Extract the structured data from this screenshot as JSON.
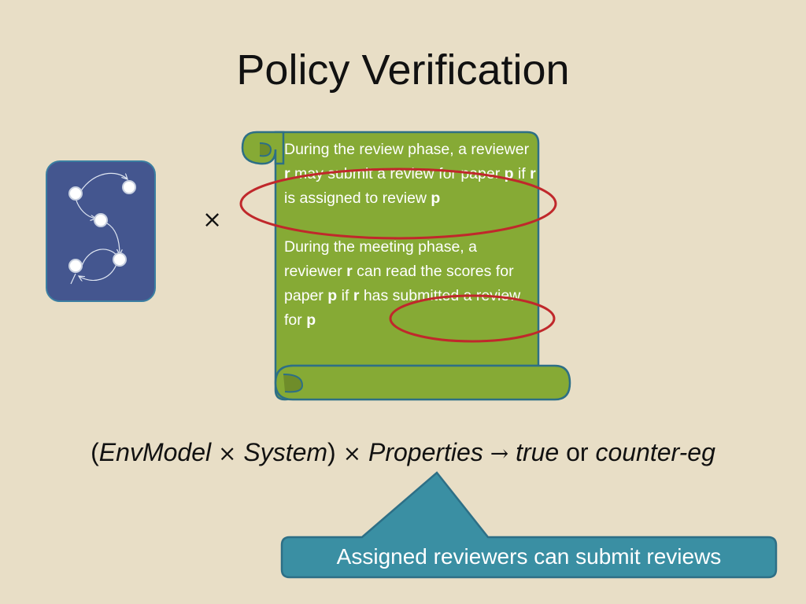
{
  "slide": {
    "title": "Policy Verification",
    "times_symbol": "×",
    "policy": {
      "rule1": {
        "t1": "During the review phase, a reviewer ",
        "b1": "r",
        "t2": " may submit a review for paper ",
        "b2": "p",
        "t3": " if ",
        "b3": "r",
        "t4": " is assigned to review ",
        "b4": "p"
      },
      "rule2": {
        "t1": "During the meeting phase, a reviewer ",
        "b1": "r",
        "t2": " can read the scores for paper ",
        "b2": "p",
        "t3": " if ",
        "b3": "r",
        "t4": " has submitted a review for ",
        "b4": "p"
      }
    },
    "formula": {
      "open": "(",
      "env": "EnvModel",
      "times1": " × ",
      "system": "System",
      "close": ")",
      "times2": " × ",
      "props": "Properties",
      "arrow": " → ",
      "true_word": "true",
      "or_word": " or ",
      "counter": "counter-eg"
    },
    "callout": "Assigned reviewers can submit reviews"
  },
  "colors": {
    "background": "#e8dec6",
    "scroll_fill": "#86aa35",
    "scroll_stroke": "#2d6f86",
    "state_box": "#44568f",
    "ellipse": "#c0282b",
    "callout": "#3a8fa3"
  }
}
